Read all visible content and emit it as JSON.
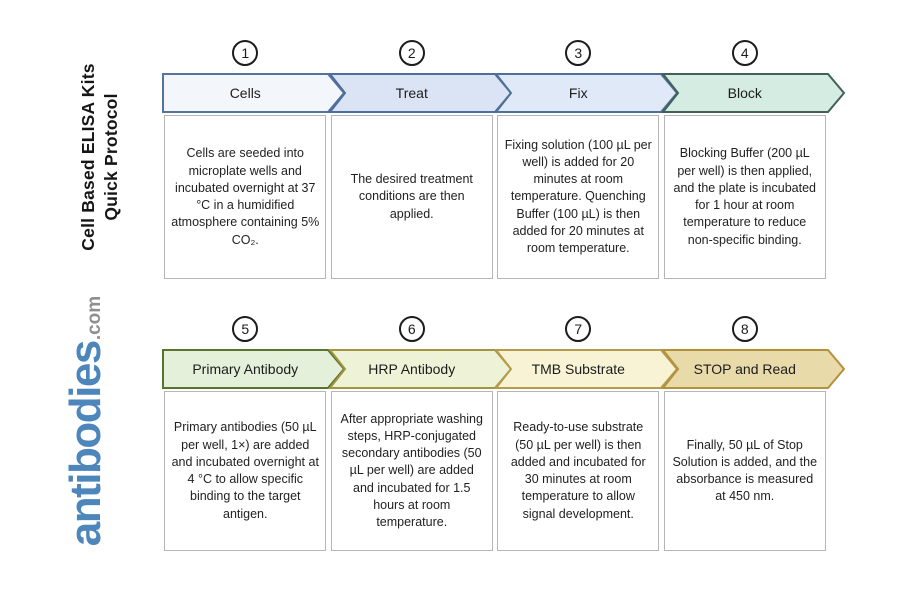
{
  "sidebar": {
    "title_line1": "Cell Based ELISA Kits",
    "title_line2": "Quick Protocol",
    "logo_text": "antibodies",
    "logo_suffix": ".com",
    "logo_color": "#4d86bb",
    "logo_suffix_color": "#8f8f8f"
  },
  "steps": [
    {
      "number": "1",
      "label": "Cells",
      "fill": "#f3f7fb",
      "stroke": "#54749b",
      "description": "Cells are seeded into microplate wells and incubated overnight at 37 °C in a humidified atmosphere containing 5% CO₂."
    },
    {
      "number": "2",
      "label": "Treat",
      "fill": "#dbe4f4",
      "stroke": "#4d6e9e",
      "description": "The desired treatment conditions are then applied."
    },
    {
      "number": "3",
      "label": "Fix",
      "fill": "#dfe9f7",
      "stroke": "#4e7096",
      "description": "Fixing solution (100 µL per well) is added for 20 minutes at room temperature. Quenching Buffer (100 µL) is then added for 20 minutes at room temperature."
    },
    {
      "number": "4",
      "label": "Block",
      "fill": "#d5ece3",
      "stroke": "#41605a",
      "description": "Blocking Buffer (200 µL per well) is then applied, and the plate is incubated for 1 hour at room temperature to reduce non-specific binding."
    },
    {
      "number": "5",
      "label": "Primary Antibody",
      "fill": "#e4f0da",
      "stroke": "#57752f",
      "description": "Primary antibodies (50 µL per well, 1×) are added and incubated overnight at 4 °C to allow specific binding to the target antigen."
    },
    {
      "number": "6",
      "label": "HRP Antibody",
      "fill": "#eef3d8",
      "stroke": "#a3953f",
      "description": "After appropriate washing steps, HRP-conjugated secondary antibodies (50 µL per well) are added and incubated for 1.5 hours at room temperature."
    },
    {
      "number": "7",
      "label": "TMB Substrate",
      "fill": "#f7f3d4",
      "stroke": "#b49c4c",
      "description": "Ready-to-use substrate (50 µL per well) is then added and incubated for 30 minutes at room temperature to allow signal development."
    },
    {
      "number": "8",
      "label": "STOP and Read",
      "fill": "#e9daa9",
      "stroke": "#b3913c",
      "description": "Finally, 50 µL of Stop Solution is added, and the absorbance is measured at 450 nm."
    }
  ]
}
